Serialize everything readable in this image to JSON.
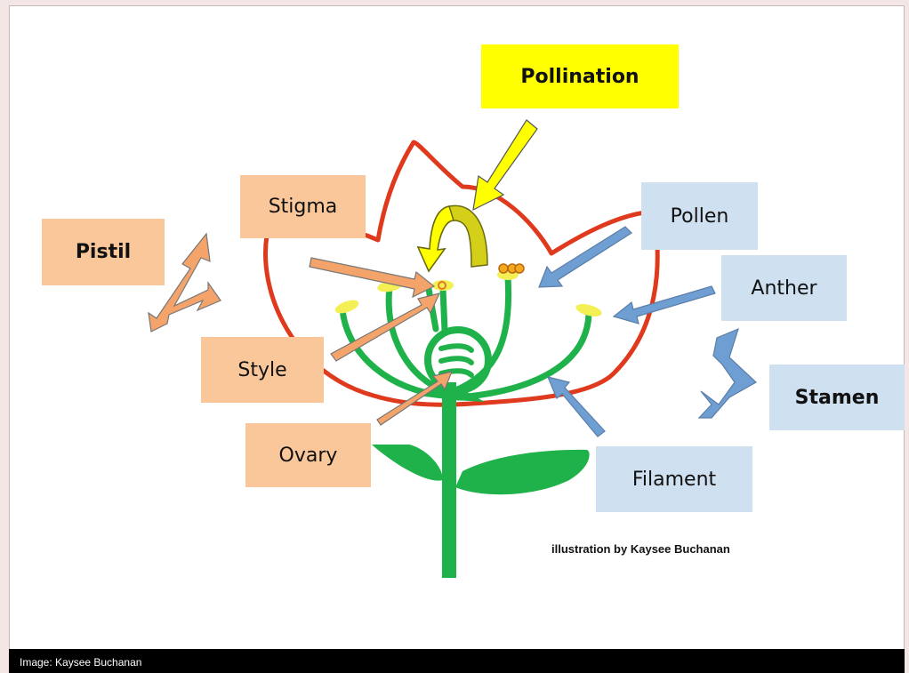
{
  "labels": {
    "pollination": "Pollination",
    "stigma": "Stigma",
    "pistil": "Pistil",
    "style": "Style",
    "ovary": "Ovary",
    "pollen": "Pollen",
    "anther": "Anther",
    "stamen": "Stamen",
    "filament": "Filament"
  },
  "credits": {
    "illustration": "illustration by Kaysee Buchanan",
    "footer": "Image: Kaysee Buchanan"
  },
  "colors": {
    "petal_outline": "#e03a1e",
    "stem": "#1fb24a",
    "leaf": "#1fb24a",
    "pistil_label": "#f9c79a",
    "stamen_label": "#cfe0f0",
    "pollination_label": "#ffff00",
    "orange_arrow": "#f4a46a",
    "blue_arrow": "#6f9ed3",
    "yellow_arrow": "#ffff00"
  }
}
